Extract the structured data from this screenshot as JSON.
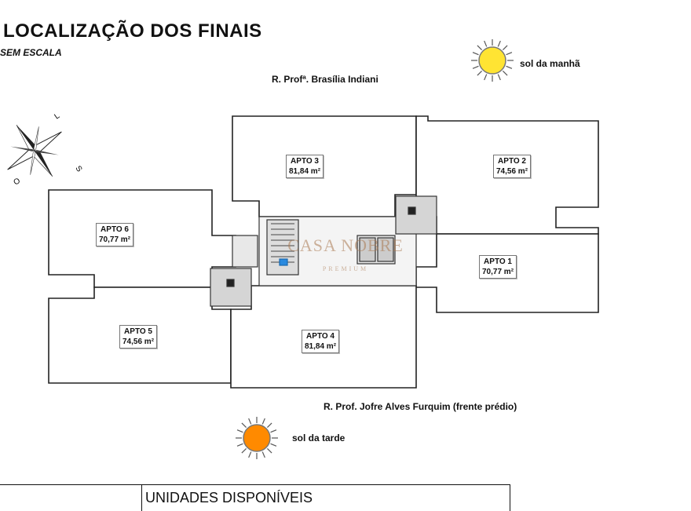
{
  "title": "LOCALIZAÇÃO DOS FINAIS",
  "subtitle": "SEM ESCALA",
  "streets": {
    "top": "R.   Profª. Brasília Indiani",
    "bottom": "R.   Prof. Jofre Alves Furquim (frente prédio)"
  },
  "sun": {
    "morning_label": "sol da manhã",
    "afternoon_label": "sol da tarde",
    "color": "#ffe433",
    "afternoon_color": "#ff8a00"
  },
  "compass": {
    "letters": [
      "L",
      "S",
      "O"
    ]
  },
  "units": [
    {
      "name": "APTO 3",
      "area": "81,84 m²"
    },
    {
      "name": "APTO 2",
      "area": "74,56 m²"
    },
    {
      "name": "APTO 6",
      "area": "70,77 m²"
    },
    {
      "name": "APTO 1",
      "area": "70,77 m²"
    },
    {
      "name": "APTO 5",
      "area": "74,56 m²"
    },
    {
      "name": "APTO 4",
      "area": "81,84 m²"
    }
  ],
  "watermark": {
    "main": "CASA NOBRE",
    "sub": "PREMIUM"
  },
  "table": {
    "header": "UNIDADES DISPONÍVEIS"
  }
}
